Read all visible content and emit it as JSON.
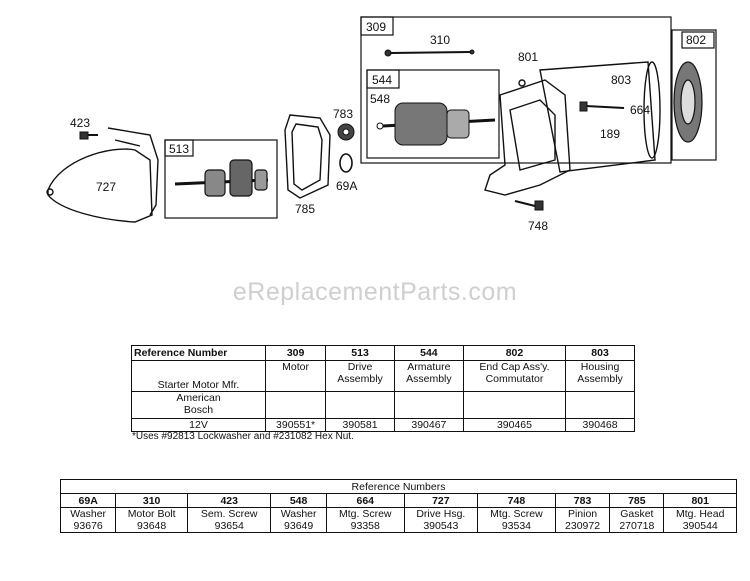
{
  "watermark": "eReplacementParts.com",
  "callouts": {
    "c309": "309",
    "c310": "310",
    "c544": "544",
    "c548": "548",
    "c801": "801",
    "c802": "802",
    "c803": "803",
    "c664": "664",
    "c189": "189",
    "c748": "748",
    "c423": "423",
    "c727": "727",
    "c513": "513",
    "c783": "783",
    "c69a": "69A",
    "c785": "785"
  },
  "table1": {
    "header_label": "Reference Number",
    "columns": [
      "309",
      "513",
      "544",
      "802",
      "803"
    ],
    "mfr_label": "Starter Motor Mfr.",
    "descriptions": [
      [
        "Motor"
      ],
      [
        "Drive",
        "Assembly"
      ],
      [
        "Armature",
        "Assembly"
      ],
      [
        "End Cap Ass'y.",
        "Commutator"
      ],
      [
        "Housing",
        "Assembly"
      ]
    ],
    "mfr_name": [
      "American",
      "Bosch"
    ],
    "voltage": "12V",
    "part_numbers": [
      "390551*",
      "390581",
      "390467",
      "390465",
      "390468"
    ]
  },
  "footnote": "*Uses #92813 Lockwasher and #231082 Hex Nut.",
  "table2": {
    "title": "Reference Numbers",
    "columns": [
      {
        "ref": "69A",
        "desc": "Washer",
        "part": "93676"
      },
      {
        "ref": "310",
        "desc": "Motor Bolt",
        "part": "93648"
      },
      {
        "ref": "423",
        "desc": "Sem. Screw",
        "part": "93654"
      },
      {
        "ref": "548",
        "desc": "Washer",
        "part": "93649"
      },
      {
        "ref": "664",
        "desc": "Mtg. Screw",
        "part": "93358"
      },
      {
        "ref": "727",
        "desc": "Drive Hsg.",
        "part": "390543"
      },
      {
        "ref": "748",
        "desc": "Mtg. Screw",
        "part": "93534"
      },
      {
        "ref": "783",
        "desc": "Pinion",
        "part": "230972"
      },
      {
        "ref": "785",
        "desc": "Gasket",
        "part": "270718"
      },
      {
        "ref": "801",
        "desc": "Mtg. Head",
        "part": "390544"
      }
    ]
  }
}
